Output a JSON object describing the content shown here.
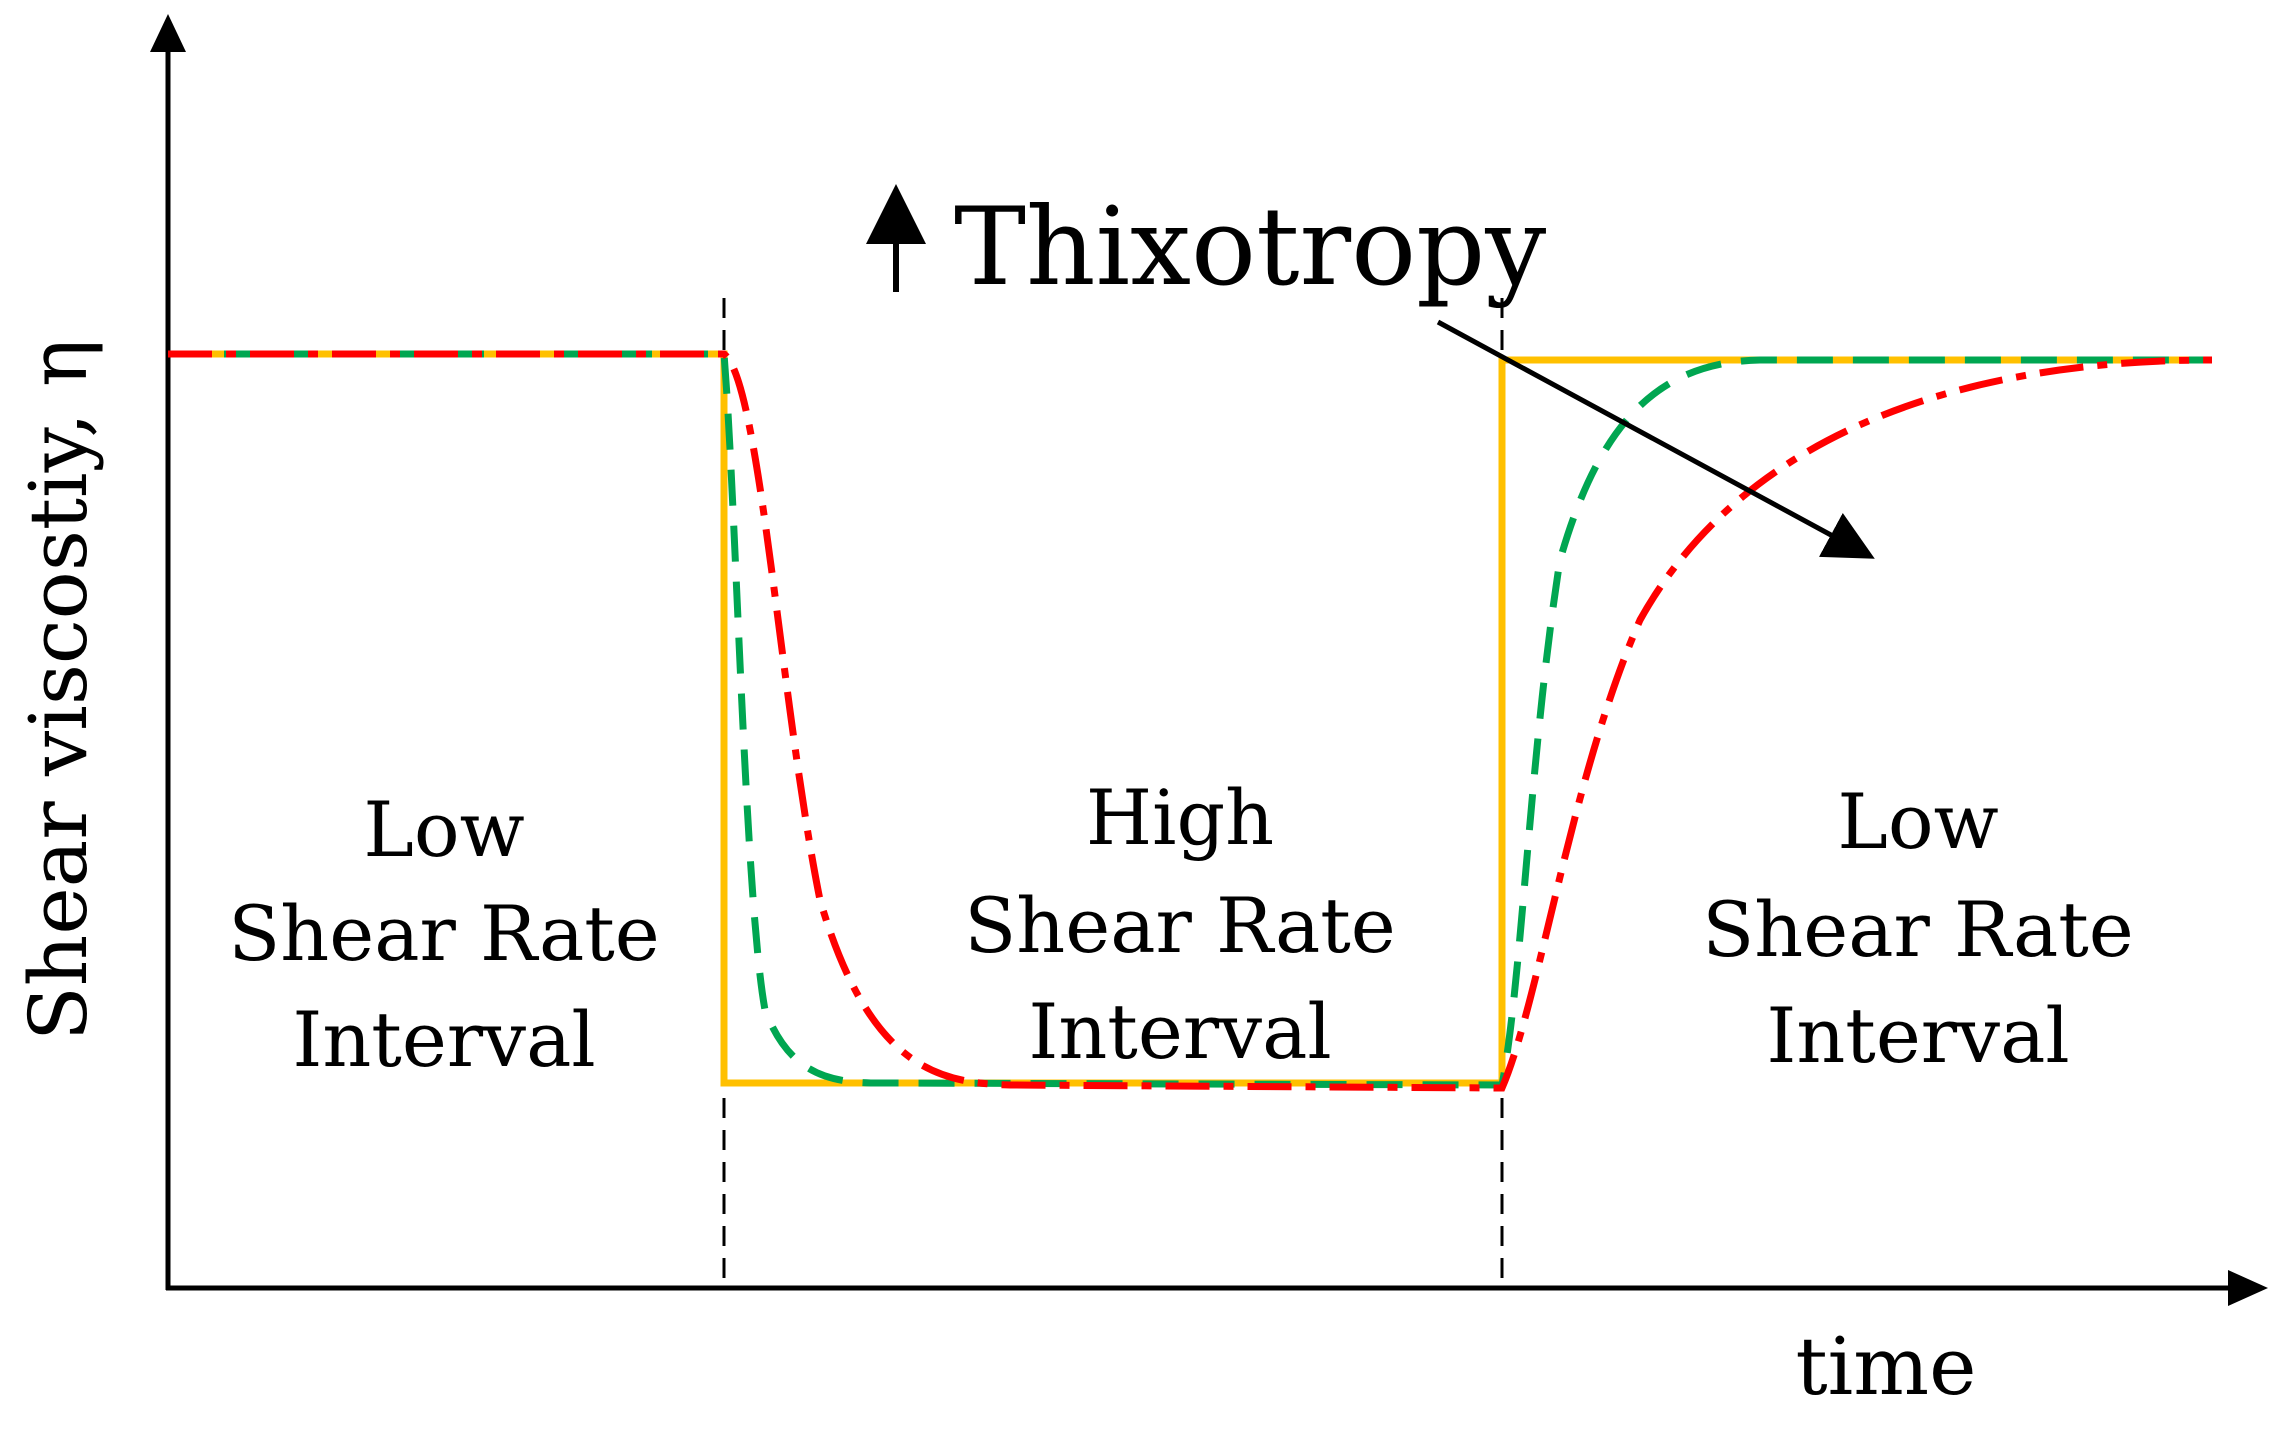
{
  "y_axis_label": "Shear viscostiy, η",
  "x_axis_label": "time",
  "annotation": "Thixotropy",
  "regions": [
    {
      "lines": [
        "Low",
        "Shear Rate",
        "Interval"
      ]
    },
    {
      "lines": [
        "High",
        "Shear Rate",
        "Interval"
      ]
    },
    {
      "lines": [
        "Low",
        "Shear Rate",
        "Interval"
      ]
    }
  ],
  "curves": [
    {
      "color": "#FFC000",
      "style": "solid",
      "thixotropy": "none"
    },
    {
      "color": "#00A651",
      "style": "dashed",
      "thixotropy": "low"
    },
    {
      "color": "#FF0000",
      "style": "dash-dot",
      "thixotropy": "high"
    }
  ],
  "colors": {
    "axes": "#000000",
    "annotation_arrow": "#000000"
  }
}
